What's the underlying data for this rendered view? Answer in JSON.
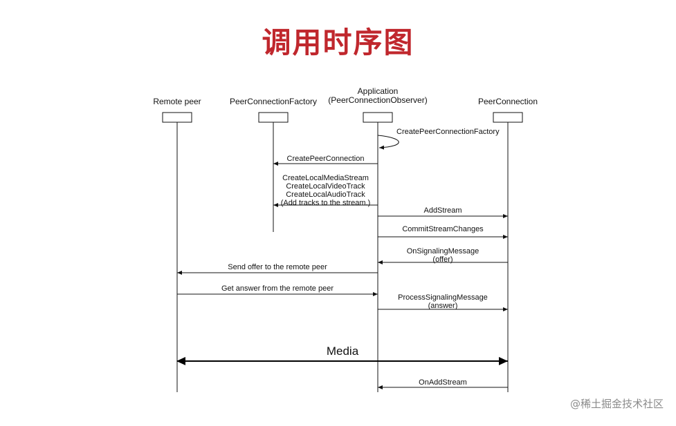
{
  "title": "调用时序图",
  "watermark": "@稀土掘金技术社区",
  "participants": [
    {
      "id": "remote",
      "label_lines": [
        "Remote peer"
      ]
    },
    {
      "id": "factory",
      "label_lines": [
        "PeerConnectionFactory"
      ]
    },
    {
      "id": "app",
      "label_lines": [
        "Application",
        "(PeerConnectionObserver)"
      ]
    },
    {
      "id": "pc",
      "label_lines": [
        "PeerConnection"
      ]
    }
  ],
  "messages": [
    {
      "from": "app",
      "to": "app",
      "label_lines": [
        "CreatePeerConnectionFactory"
      ]
    },
    {
      "from": "app",
      "to": "factory",
      "label_lines": [
        "CreatePeerConnection"
      ]
    },
    {
      "from": "app",
      "to": "factory",
      "label_lines": [
        "CreateLocalMediaStream",
        "CreateLocalVideoTrack",
        "CreateLocalAudioTrack",
        "(Add tracks to the stream.)"
      ]
    },
    {
      "from": "app",
      "to": "pc",
      "label_lines": [
        "AddStream"
      ]
    },
    {
      "from": "app",
      "to": "pc",
      "label_lines": [
        "CommitStreamChanges"
      ]
    },
    {
      "from": "pc",
      "to": "app",
      "label_lines": [
        "OnSignalingMessage",
        "(offer)"
      ]
    },
    {
      "from": "app",
      "to": "remote",
      "label_lines": [
        "Send offer to the remote peer"
      ]
    },
    {
      "from": "remote",
      "to": "app",
      "label_lines": [
        "Get answer from the remote peer"
      ]
    },
    {
      "from": "app",
      "to": "pc",
      "label_lines": [
        "ProcessSignalingMessage",
        "(answer)"
      ]
    },
    {
      "from": "remote",
      "to": "pc",
      "bidirectional": true,
      "emphasis": true,
      "label_lines": [
        "Media"
      ]
    },
    {
      "from": "pc",
      "to": "app",
      "label_lines": [
        "OnAddStream"
      ]
    }
  ]
}
